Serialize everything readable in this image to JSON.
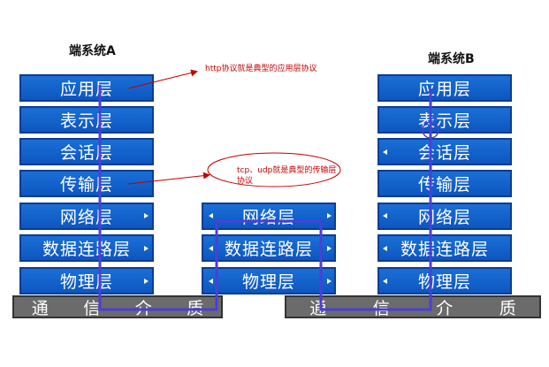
{
  "system_a": {
    "title": "端系统A",
    "layers": [
      "应用层",
      "表示层",
      "会话层",
      "传输层",
      "网络层",
      "数据连路层",
      "物理层"
    ]
  },
  "router": {
    "layers": [
      "网络层",
      "数据连路层",
      "物理层"
    ]
  },
  "system_b": {
    "title": "端系统B",
    "layers": [
      "应用层",
      "表示层",
      "会话层",
      "传输层",
      "网络层",
      "数据连路层",
      "物理层"
    ]
  },
  "media": {
    "left": [
      "通",
      "信",
      "介",
      "质"
    ],
    "right": [
      "通",
      "信",
      "介",
      "质"
    ]
  },
  "annotations": {
    "http_note": "http协议就是典型的应用层协议",
    "tcp_note_line1": "tcp、udp就是典型的传输层",
    "tcp_note_line2": "协议"
  },
  "colors": {
    "layer_fill": "#0d56c0",
    "path_line": "#4a3fd6",
    "annotation": "#c40000",
    "medium_fill": "#6b6b6b"
  }
}
